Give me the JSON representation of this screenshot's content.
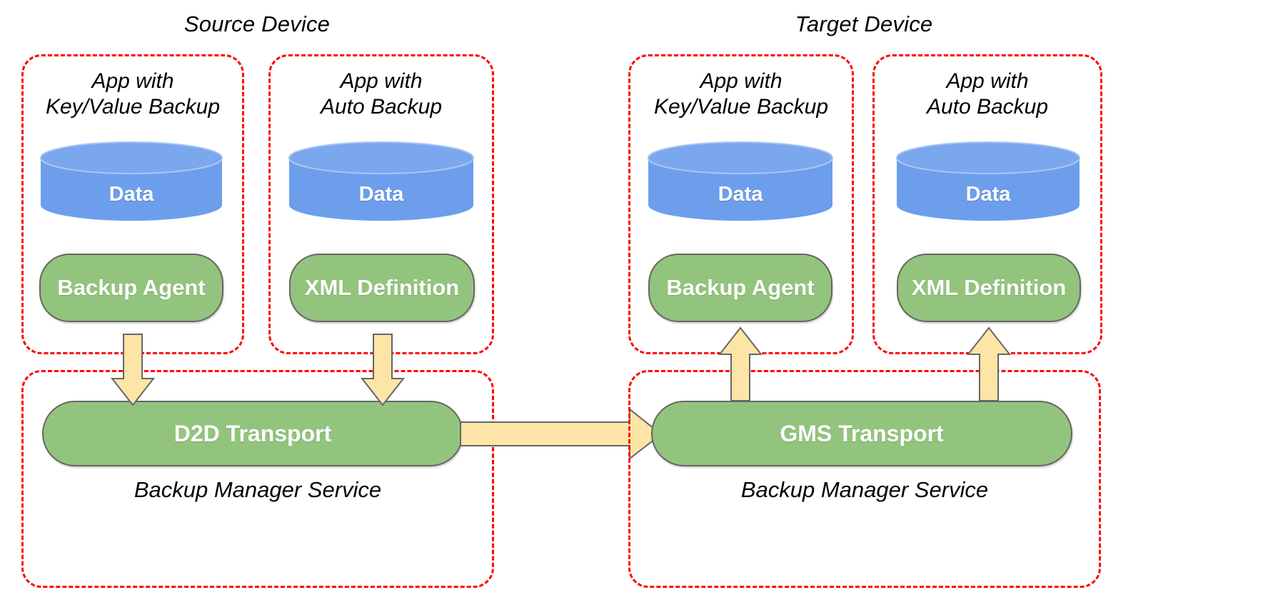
{
  "diagram": {
    "title_source": "Source Device",
    "title_target": "Target Device",
    "colors": {
      "dashed_border": "#FF0000",
      "pill_fill": "#93C47D",
      "pill_stroke": "#666666",
      "cylinder_fill": "#6D9EEB",
      "arrow_fill": "#FCE5A6",
      "arrow_stroke": "#666666",
      "text": "#000000",
      "label_on_shape": "#FFFFFF"
    }
  },
  "source_device": {
    "label": "Source Device",
    "apps": [
      {
        "caption": "App with\nKey/Value Backup",
        "data_label": "Data",
        "component_label": "Backup Agent"
      },
      {
        "caption": "App with\nAuto Backup",
        "data_label": "Data",
        "component_label": "XML Definition"
      }
    ],
    "service": {
      "transport_label": "D2D Transport",
      "caption": "Backup Manager Service"
    }
  },
  "target_device": {
    "label": "Target Device",
    "apps": [
      {
        "caption": "App with\nKey/Value Backup",
        "data_label": "Data",
        "component_label": "Backup Agent"
      },
      {
        "caption": "App with\nAuto Backup",
        "data_label": "Data",
        "component_label": "XML Definition"
      }
    ],
    "service": {
      "transport_label": "GMS Transport",
      "caption": "Backup Manager Service"
    }
  },
  "arrows": [
    {
      "name": "source-kv-agent-to-d2d",
      "direction": "down"
    },
    {
      "name": "source-auto-xml-to-d2d",
      "direction": "down"
    },
    {
      "name": "d2d-to-gms",
      "direction": "right"
    },
    {
      "name": "gms-to-target-kv-agent",
      "direction": "up"
    },
    {
      "name": "gms-to-target-auto-xml",
      "direction": "up"
    }
  ]
}
